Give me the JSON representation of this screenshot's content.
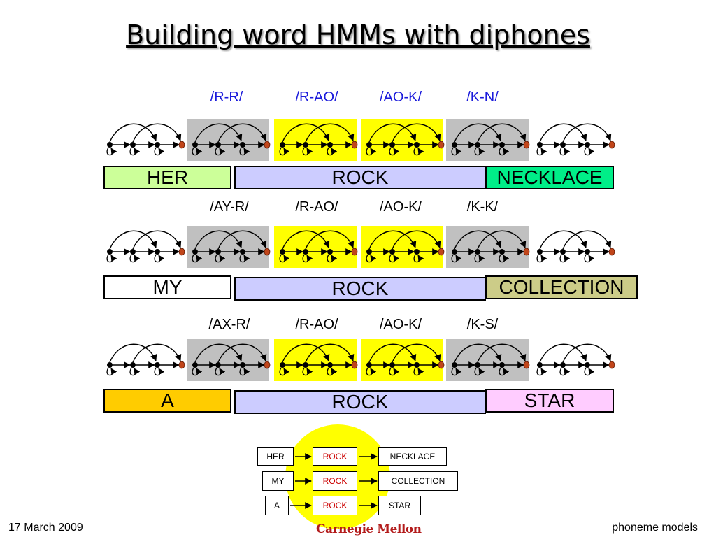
{
  "title": "Building word HMMs with diphones",
  "rows": [
    {
      "diphones": [
        "/R-R/",
        "/R-AO/",
        "/AO-K/",
        "/K-N/"
      ],
      "diphone_color": "#1a1adb",
      "words": [
        {
          "label": "HER",
          "fill": "#ccff99"
        },
        {
          "label": "ROCK",
          "fill": "#ccccff"
        },
        {
          "label": "NECKLACE",
          "fill": "#00ee88"
        }
      ]
    },
    {
      "diphones": [
        "/AY-R/",
        "/R-AO/",
        "/AO-K/",
        "/K-K/"
      ],
      "diphone_color": "#000000",
      "words": [
        {
          "label": "MY",
          "fill": "#ffffff"
        },
        {
          "label": "ROCK",
          "fill": "#ccccff"
        },
        {
          "label": "COLLECTION",
          "fill": "#cccc88"
        }
      ]
    },
    {
      "diphones": [
        "/AX-R/",
        "/R-AO/",
        "/AO-K/",
        "/K-S/"
      ],
      "diphone_color": "#000000",
      "words": [
        {
          "label": "A",
          "fill": "#ffcc00"
        },
        {
          "label": "ROCK",
          "fill": "#ccccff"
        },
        {
          "label": "STAR",
          "fill": "#ffccff"
        }
      ]
    }
  ],
  "segment_fills": [
    "#ffffff",
    "#c0c0c0",
    "#ffff00",
    "#ffff00",
    "#c0c0c0",
    "#ffffff"
  ],
  "network": {
    "circle_fill": "#ffff00",
    "rock_color": "#cc0000",
    "rows": [
      {
        "first": "HER",
        "middle": "ROCK",
        "last": "NECKLACE"
      },
      {
        "first": "MY",
        "middle": "ROCK",
        "last": "COLLECTION"
      },
      {
        "first": "A",
        "middle": "ROCK",
        "last": "STAR"
      }
    ]
  },
  "footer": {
    "date": "17  March 2009",
    "logo": "Carnegie Mellon",
    "topic": "phoneme models"
  }
}
